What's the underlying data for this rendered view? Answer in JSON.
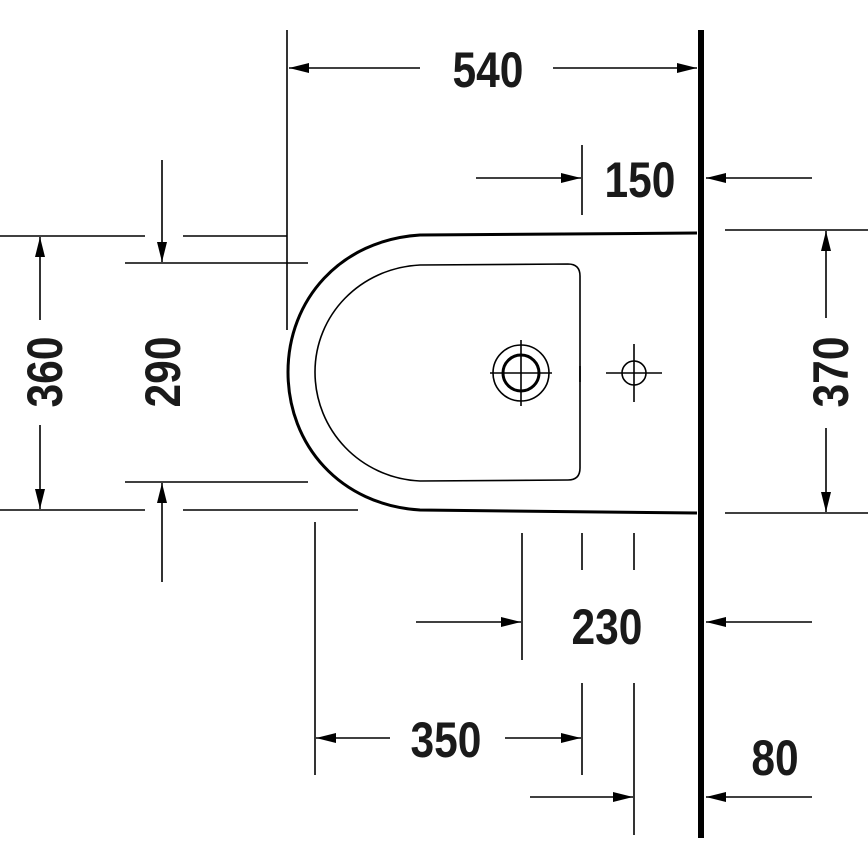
{
  "drawing": {
    "type": "bidet plan view dimension drawing",
    "units": "mm",
    "dimensions": {
      "overall_depth": "540",
      "wall_to_rear_edge": "150",
      "outer_width": "360",
      "bowl_width": "290",
      "wall_edge_width": "370",
      "wall_to_tap_hole": "230",
      "front_to_fixing": "350",
      "wall_to_fixing": "80"
    },
    "colors": {
      "line": "#000000",
      "background": "#ffffff"
    }
  }
}
